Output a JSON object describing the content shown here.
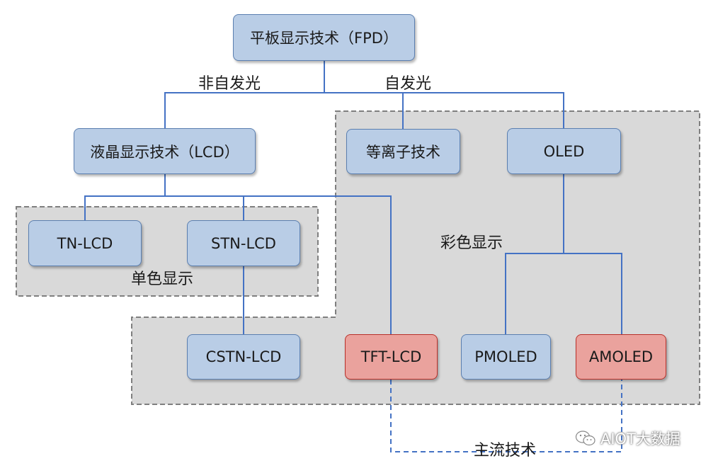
{
  "nodes": {
    "fpd": "平板显示技术（FPD）",
    "lcd": "液晶显示技术（LCD）",
    "pdp": "等离子技术",
    "oled": "OLED",
    "tn_lcd": "TN-LCD",
    "stn_lcd": "STN-LCD",
    "cstn_lcd": "CSTN-LCD",
    "tft_lcd": "TFT-LCD",
    "pmoled": "PMOLED",
    "amoled": "AMOLED"
  },
  "labels": {
    "non_emissive": "非自发光",
    "emissive": "自发光",
    "color_display": "彩色显示",
    "mono_display": "单色显示",
    "mainstream": "主流技术"
  },
  "watermark": "AIOT大数据",
  "colors": {
    "node_fill": "#b9cde6",
    "node_border": "#5b7fb0",
    "highlight_fill": "#eaa29d",
    "highlight_border": "#b8302a",
    "group_fill": "#d9d9d9",
    "line": "#4472c4"
  }
}
